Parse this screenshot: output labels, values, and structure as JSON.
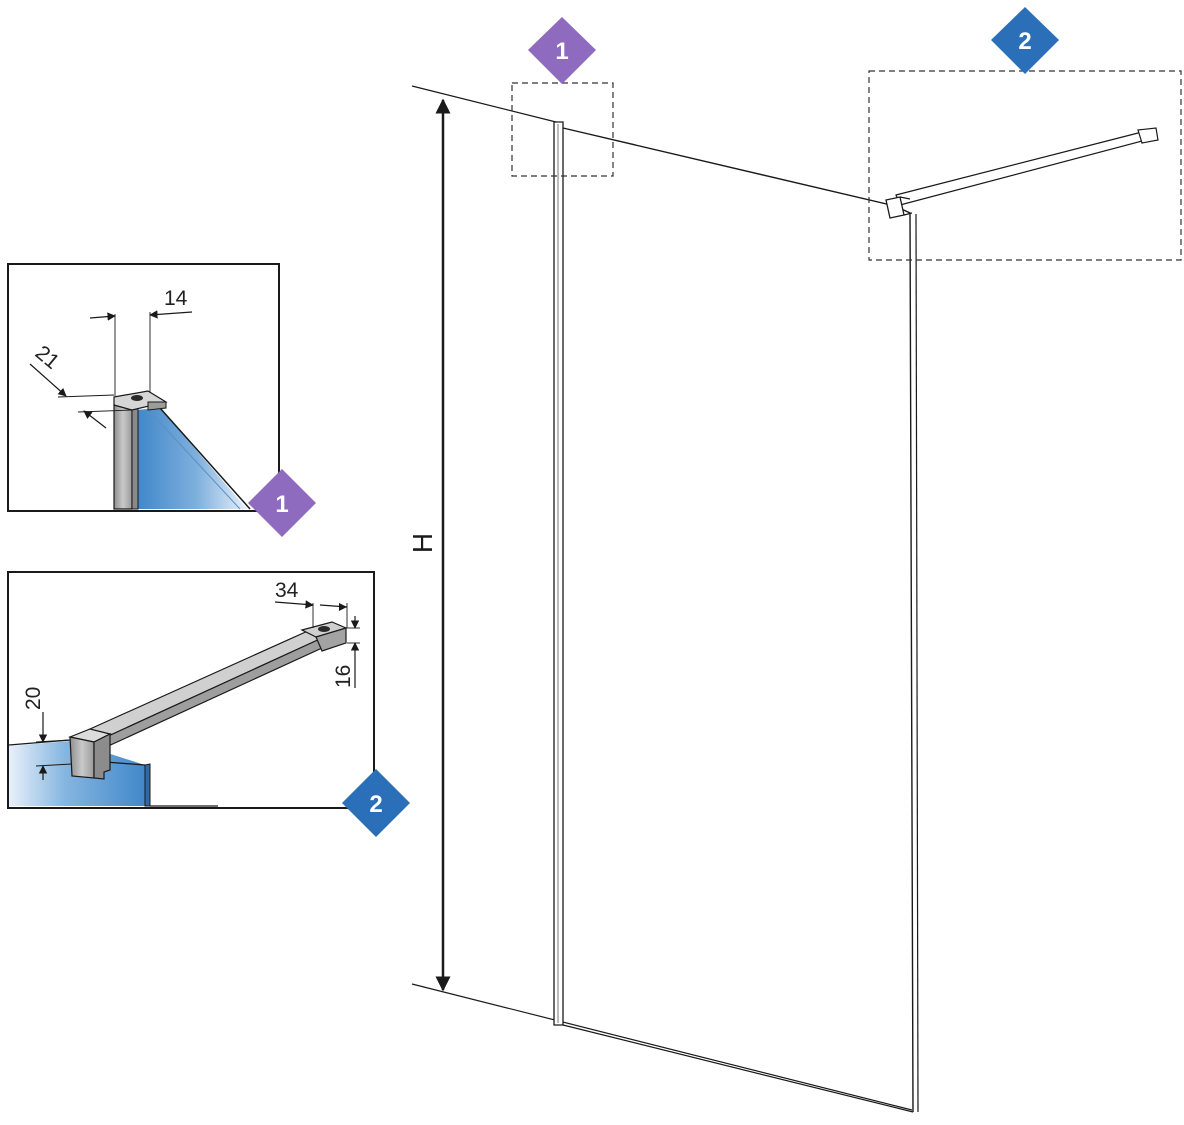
{
  "colors": {
    "badge_1": "#8e6bbf",
    "badge_2": "#2a6fb8",
    "glass_blue": "#3f86c9",
    "profile_gray": "#a9a9a9",
    "line": "#1a1a1a"
  },
  "badges": {
    "detail_1": "1",
    "detail_2": "2"
  },
  "main_view": {
    "height_label": "H"
  },
  "detail_1": {
    "dim_width": "14",
    "dim_depth": "21"
  },
  "detail_2": {
    "dim_length": "34",
    "dim_height_small": "16",
    "dim_height_left": "20"
  }
}
